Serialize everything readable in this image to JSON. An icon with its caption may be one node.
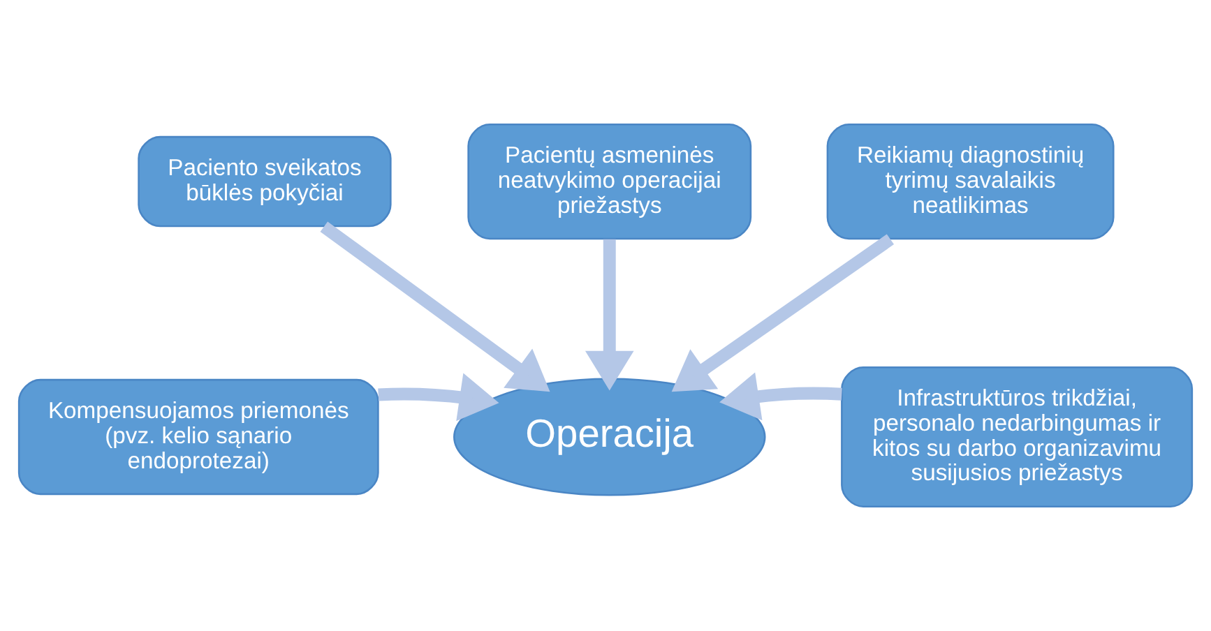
{
  "diagram": {
    "nodes": [
      {
        "text": [
          "Paciento sveikatos būklės pokyčiai"
        ]
      },
      {
        "text": [
          "Pacientų asmeninės neatvykimo operacijai priežastys"
        ]
      },
      {
        "text": [
          "Reikiamų diagnostinių tyrimų savalaikis neatlikimas"
        ]
      },
      {
        "text": [
          "Kompensuojamos priemonės (pvz. kelio sąnario endoprotezai)"
        ]
      },
      {
        "text": [
          "Operacija"
        ]
      },
      {
        "text": [
          "Infrastruktūros trikdžiai, personalo nedarbingumas ir kitos su darbo organizavimu susijusios priežastys"
        ]
      }
    ],
    "edges": [
      {
        "from": 0,
        "to": 4,
        "arrow": "to"
      },
      {
        "from": 1,
        "to": 4,
        "arrow": "to"
      },
      {
        "from": 2,
        "to": 4,
        "arrow": "to"
      },
      {
        "from": 3,
        "to": 4,
        "arrow": "to"
      },
      {
        "from": 5,
        "to": 4,
        "arrow": "to"
      }
    ]
  }
}
